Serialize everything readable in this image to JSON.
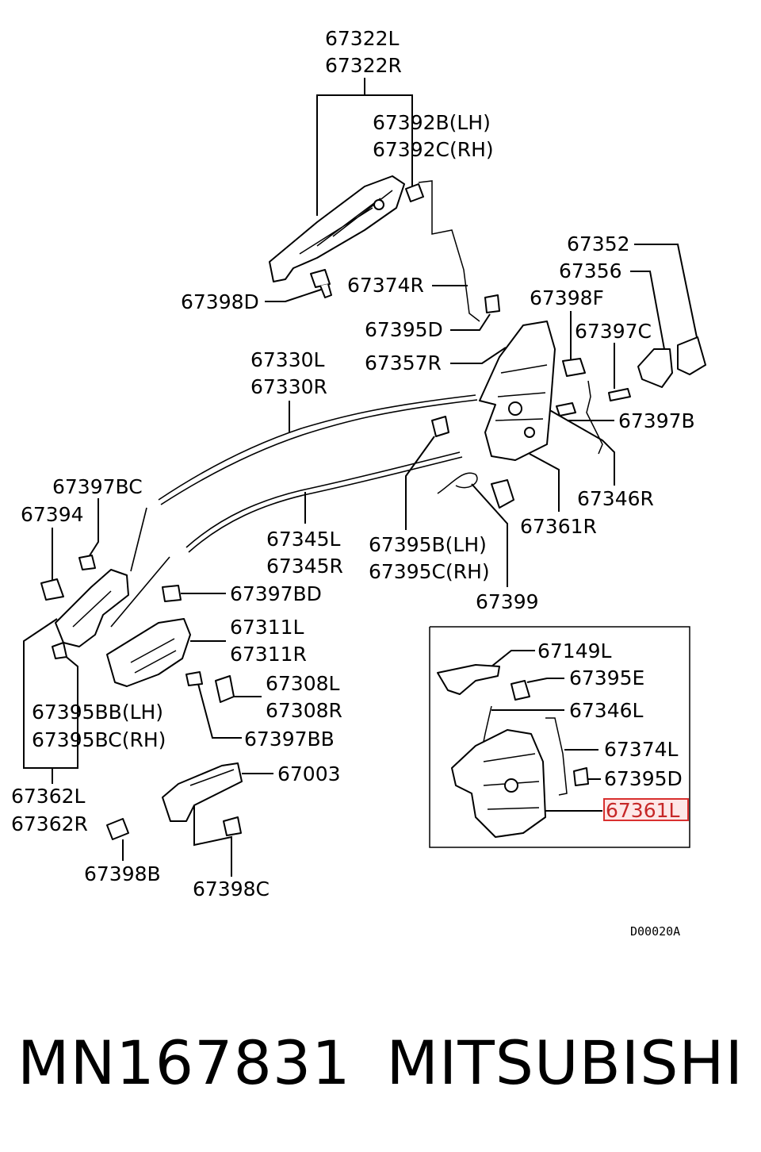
{
  "labels": {
    "p67322L": "67322L",
    "p67322R": "67322R",
    "p67392B": "67392B(LH)",
    "p67392C": "67392C(RH)",
    "p67352": "67352",
    "p67356": "67356",
    "p67398D": "67398D",
    "p67374R": "67374R",
    "p67398F": "67398F",
    "p67395D_top": "67395D",
    "p67397C": "67397C",
    "p67357R": "67357R",
    "p67330L": "67330L",
    "p67330R": "67330R",
    "p67397B": "67397B",
    "p67397BC": "67397BC",
    "p67394": "67394",
    "p67346R": "67346R",
    "p67361R": "67361R",
    "p67345L": "67345L",
    "p67345R": "67345R",
    "p67395B": "67395B(LH)",
    "p67395C": "67395C(RH)",
    "p67397BD": "67397BD",
    "p67399": "67399",
    "p67311L": "67311L",
    "p67311R": "67311R",
    "p67149L": "67149L",
    "p67395E": "67395E",
    "p67308L": "67308L",
    "p67308R": "67308R",
    "p67395BB": "67395BB(LH)",
    "p67395BC": "67395BC(RH)",
    "p67346L": "67346L",
    "p67397BB": "67397BB",
    "p67374L": "67374L",
    "p67395D_inset": "67395D",
    "p67003": "67003",
    "p67361L": "67361L",
    "p67362L": "67362L",
    "p67362R": "67362R",
    "p67398B": "67398B",
    "p67398C": "67398C"
  },
  "diagram_code": "D00020A",
  "highlight_color": "#d9302f",
  "footer": {
    "part_number": "MN167831",
    "brand": "MITSUBISHI"
  }
}
